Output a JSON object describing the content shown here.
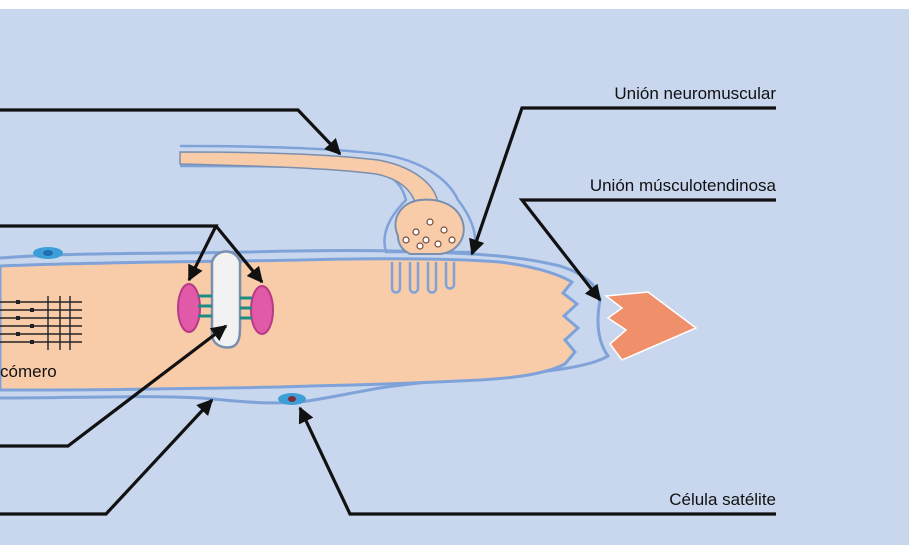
{
  "labels": {
    "neuromuscular": "Unión neuromuscular",
    "musculotendinous": "Unión músculotendinosa",
    "satellite": "Célula satélite",
    "sarcomere": "cómero"
  },
  "colors": {
    "background": "#c8d6ee",
    "membrane": "#7fa3d9",
    "fiber": "#f8cba9",
    "tendon": "#f0906a",
    "junction": "#e05aa8",
    "bridge": "#1f8a86",
    "nucleus_outer": "#3e9fd8",
    "nucleus_inner": "#7a2e3a",
    "leader": "#111111"
  },
  "icons": [
    "arrowhead-icon"
  ]
}
